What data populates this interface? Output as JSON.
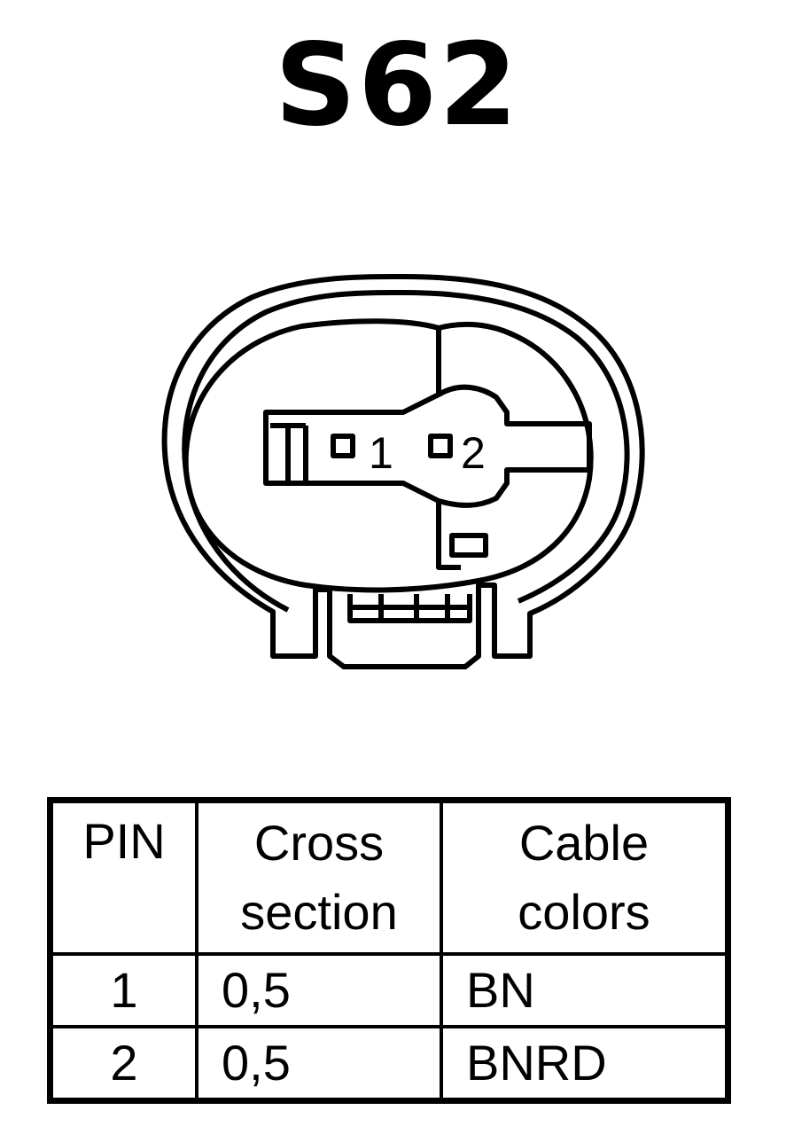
{
  "title": "S62",
  "connector": {
    "pin_labels": [
      "1",
      "2"
    ]
  },
  "table": {
    "headers": {
      "pin": "PIN",
      "cross_section": [
        "Cross",
        "section"
      ],
      "cable_colors": [
        "Cable",
        "colors"
      ]
    },
    "rows": [
      {
        "pin": "1",
        "cross_section": "0,5",
        "color": "BN"
      },
      {
        "pin": "2",
        "cross_section": "0,5",
        "color": "BNRD"
      }
    ]
  }
}
